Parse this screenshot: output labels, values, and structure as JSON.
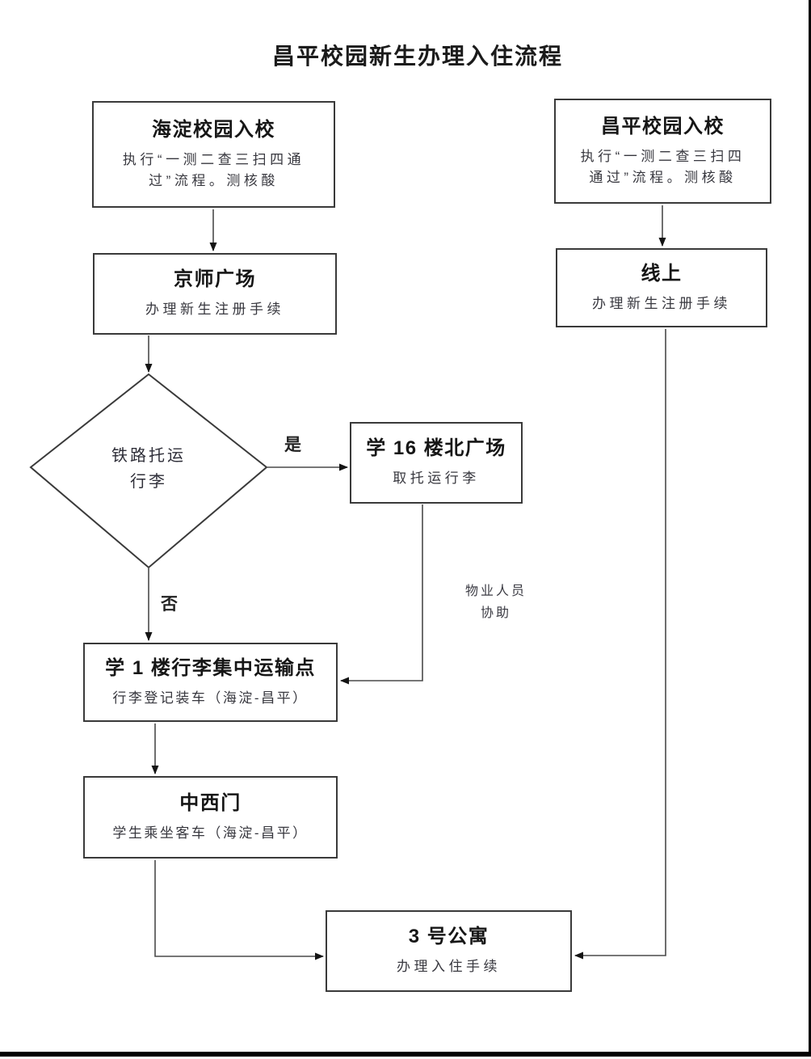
{
  "page": {
    "title": "昌平校园新生办理入住流程"
  },
  "nodes": {
    "haidian_entry": {
      "title": "海淀校园入校",
      "subtitle": "执行“一测二查三扫四通\n过”流程。测核酸"
    },
    "jingshi_square": {
      "title": "京师广场",
      "subtitle": "办理新生注册手续"
    },
    "changping_entry": {
      "title": "昌平校园入校",
      "subtitle": "执行“一测二查三扫四\n通过”流程。测核酸"
    },
    "online": {
      "title": "线上",
      "subtitle": "办理新生注册手续"
    },
    "decision_rail_luggage": {
      "title": "铁路托运\n行李"
    },
    "xue16_north_square": {
      "title": "学 16 楼北广场",
      "subtitle": "取托运行李"
    },
    "xue1_luggage_point": {
      "title": "学 1 楼行李集中运输点",
      "subtitle": "行李登记装车（海淀-昌平）"
    },
    "zhongxi_gate": {
      "title": "中西门",
      "subtitle": "学生乘坐客车（海淀-昌平）"
    },
    "apartment_3": {
      "title": "3 号公寓",
      "subtitle": "办理入住手续"
    }
  },
  "edge_labels": {
    "yes": "是",
    "no": "否",
    "property_assist": "物业人员\n协助"
  },
  "colors": {
    "box_border": "#3a3a3a",
    "connector_line": "#4a4a4a",
    "arrowhead": "#141414",
    "title_text": "#161616",
    "subtitle_text": "#38383f",
    "frame": "#000000"
  }
}
